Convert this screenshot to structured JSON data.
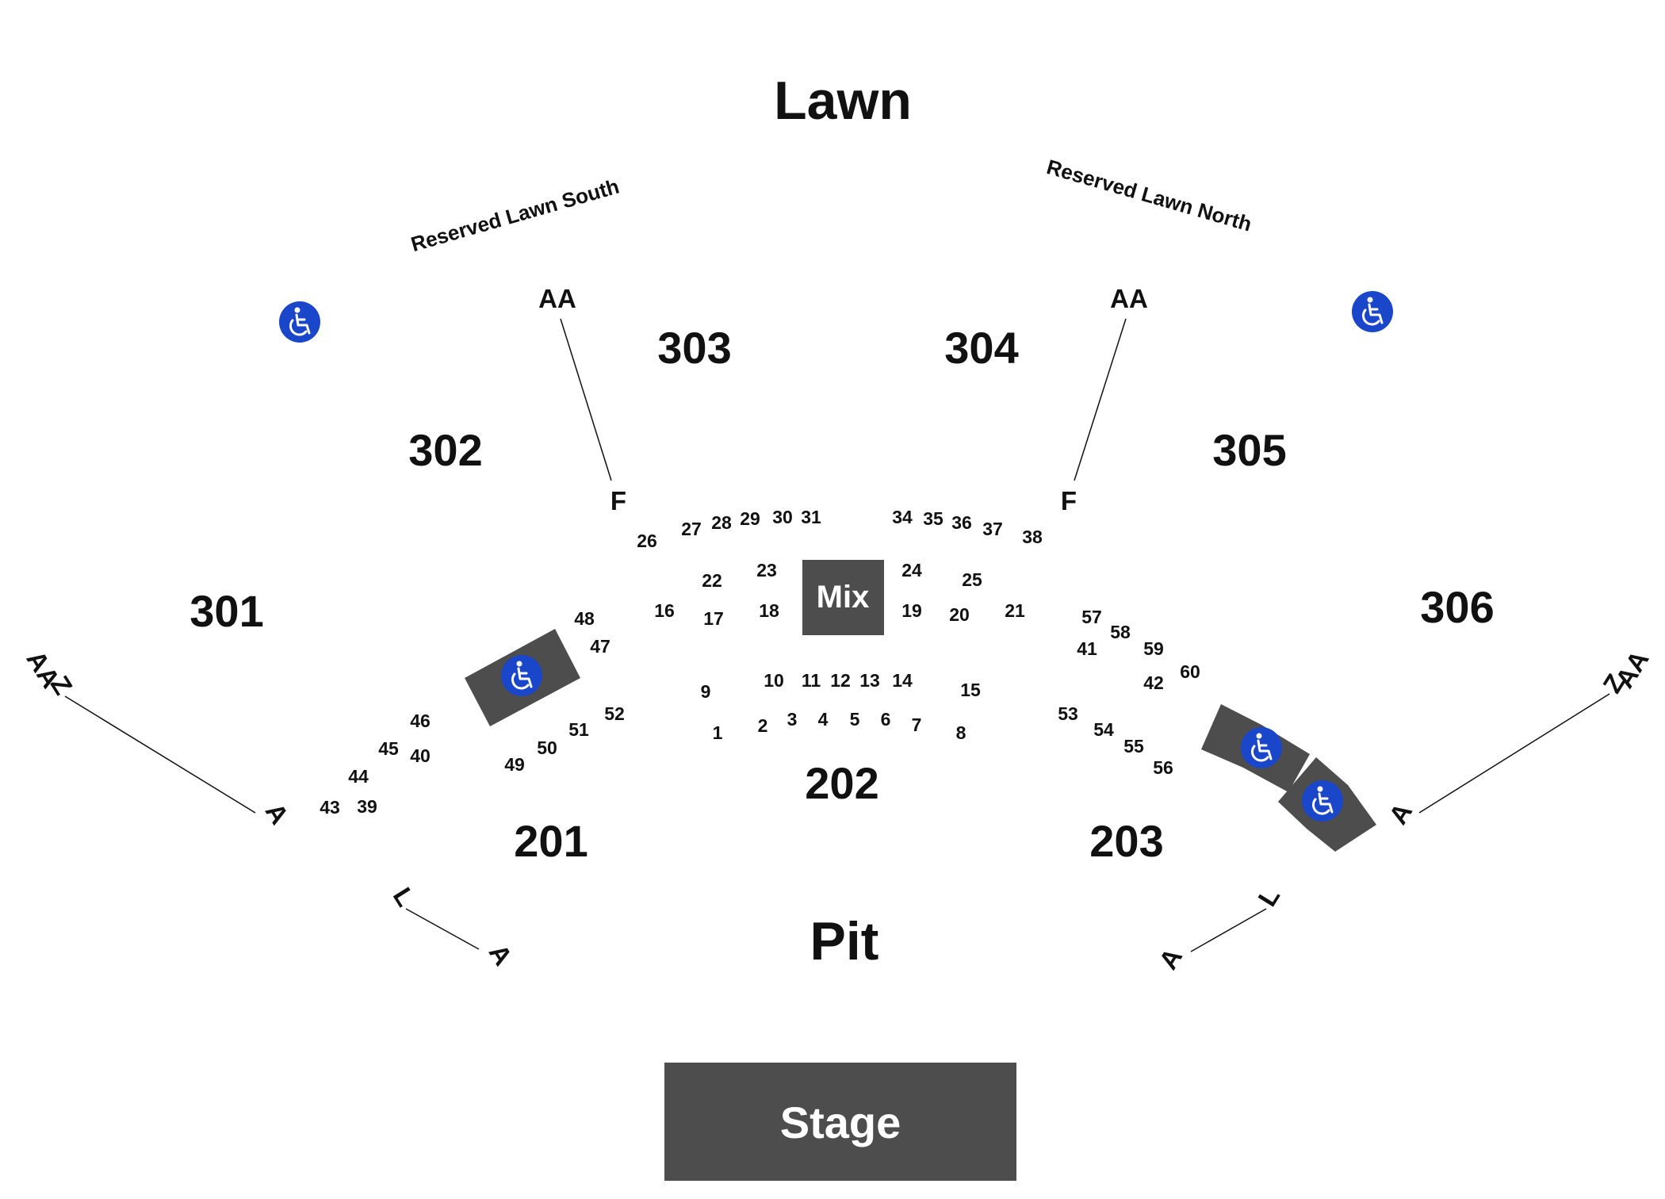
{
  "areas": {
    "lawn": "Lawn",
    "pit": "Pit",
    "stage": "Stage",
    "mix": "Mix",
    "reserved_lawn_south": "Reserved Lawn South",
    "reserved_lawn_north": "Reserved Lawn North"
  },
  "sections": {
    "s201": "201",
    "s202": "202",
    "s203": "203",
    "s301": "301",
    "s302": "302",
    "s303": "303",
    "s304": "304",
    "s305": "305",
    "s306": "306"
  },
  "boxes": [
    "1",
    "2",
    "3",
    "4",
    "5",
    "6",
    "7",
    "8",
    "9",
    "10",
    "11",
    "12",
    "13",
    "14",
    "15",
    "16",
    "17",
    "18",
    "19",
    "20",
    "21",
    "22",
    "23",
    "24",
    "25",
    "26",
    "27",
    "28",
    "29",
    "30",
    "31",
    "34",
    "35",
    "36",
    "37",
    "38",
    "39",
    "40",
    "41",
    "42",
    "43",
    "44",
    "45",
    "46",
    "47",
    "48",
    "49",
    "50",
    "51",
    "52",
    "53",
    "54",
    "55",
    "56",
    "57",
    "58",
    "59",
    "60"
  ],
  "row_labels": {
    "aa": "AA",
    "f": "F",
    "a": "A",
    "l": "L",
    "z": "Z"
  },
  "icons": {
    "accessible": "wheelchair-icon"
  },
  "colors": {
    "block": "#4d4d4d",
    "accessible": "#1a47c9",
    "text": "#111111"
  }
}
